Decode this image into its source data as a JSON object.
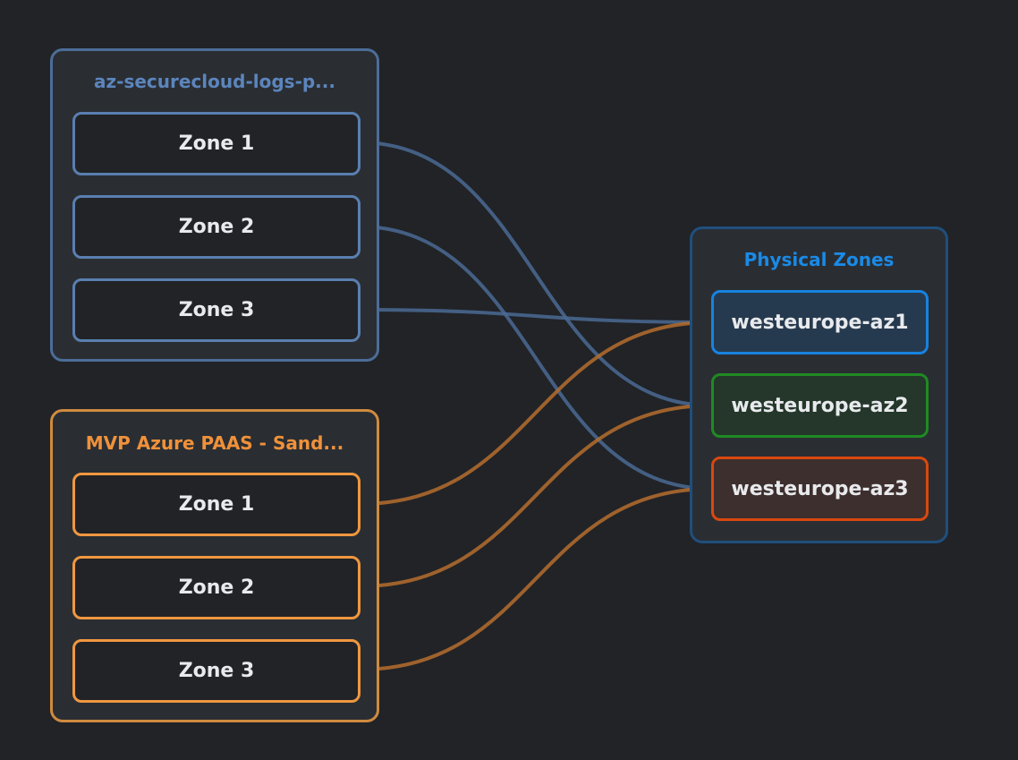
{
  "subscriptions": [
    {
      "title": "az-securecloud-logs-p...",
      "color": "#5c85bd",
      "zones": [
        {
          "label": "Zone 1",
          "maps_to": "westeurope-az2"
        },
        {
          "label": "Zone 2",
          "maps_to": "westeurope-az3"
        },
        {
          "label": "Zone 3",
          "maps_to": "westeurope-az1"
        }
      ]
    },
    {
      "title": "MVP Azure PAAS - Sand...",
      "color": "#f0913a",
      "zones": [
        {
          "label": "Zone 1",
          "maps_to": "westeurope-az1"
        },
        {
          "label": "Zone 2",
          "maps_to": "westeurope-az2"
        },
        {
          "label": "Zone 3",
          "maps_to": "westeurope-az3"
        }
      ]
    }
  ],
  "physical": {
    "title": "Physical Zones",
    "color": "#1a8ae6",
    "zones": [
      {
        "label": "westeurope-az1",
        "border_color": "#1783e0",
        "fill_color": "#263a4f"
      },
      {
        "label": "westeurope-az2",
        "border_color": "#1f8a24",
        "fill_color": "#24372a"
      },
      {
        "label": "westeurope-az3",
        "border_color": "#d9480f",
        "fill_color": "#3d2f2d"
      }
    ]
  },
  "link_colors": {
    "subscription_1": "#4a6a94",
    "subscription_2": "#b56d2e"
  }
}
